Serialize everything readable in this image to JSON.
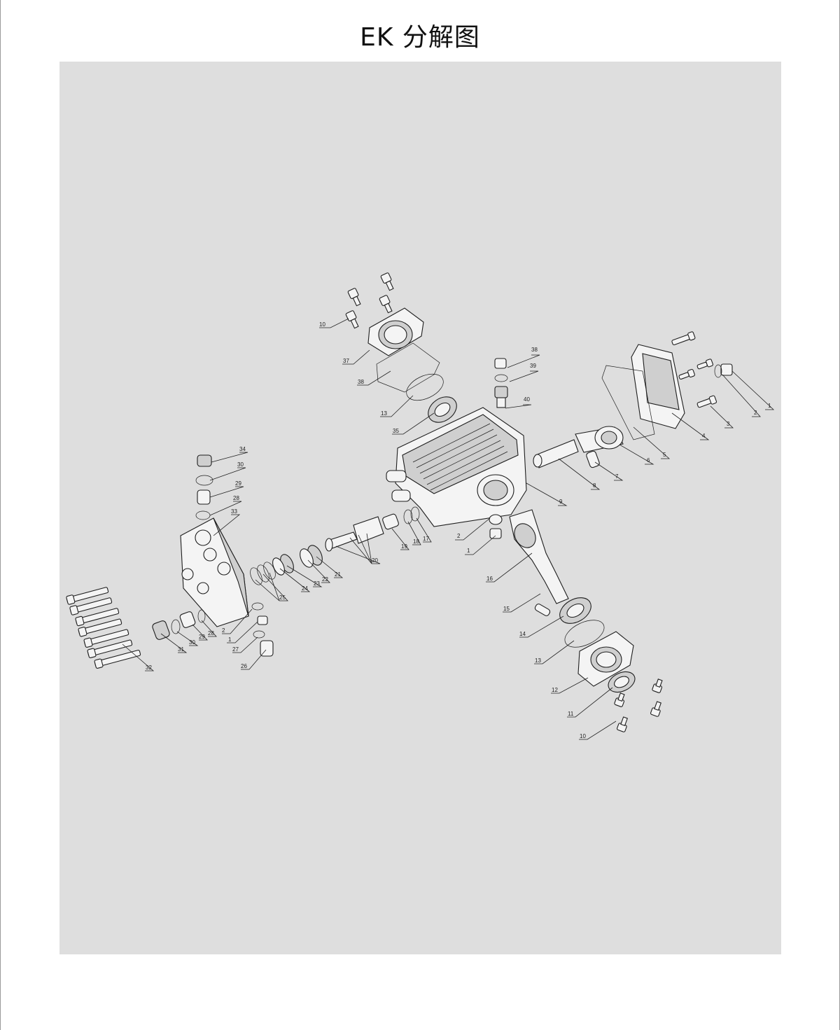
{
  "title": "EK 分解图",
  "callouts": [
    {
      "id": "c10a",
      "text": "10"
    },
    {
      "id": "c37",
      "text": "37"
    },
    {
      "id": "c38a",
      "text": "38"
    },
    {
      "id": "c13a",
      "text": "13"
    },
    {
      "id": "c35",
      "text": "35"
    },
    {
      "id": "c38b",
      "text": "38"
    },
    {
      "id": "c39",
      "text": "39"
    },
    {
      "id": "c40",
      "text": "40"
    },
    {
      "id": "c1a",
      "text": "1"
    },
    {
      "id": "c2a",
      "text": "2"
    },
    {
      "id": "c3",
      "text": "3"
    },
    {
      "id": "c4",
      "text": "4"
    },
    {
      "id": "c5",
      "text": "5"
    },
    {
      "id": "c6",
      "text": "6"
    },
    {
      "id": "c7",
      "text": "7"
    },
    {
      "id": "c8",
      "text": "8"
    },
    {
      "id": "c9",
      "text": "9"
    },
    {
      "id": "c2b",
      "text": "2"
    },
    {
      "id": "c1b",
      "text": "1"
    },
    {
      "id": "c16",
      "text": "16"
    },
    {
      "id": "c15",
      "text": "15"
    },
    {
      "id": "c14",
      "text": "14"
    },
    {
      "id": "c13b",
      "text": "13"
    },
    {
      "id": "c12",
      "text": "12"
    },
    {
      "id": "c11",
      "text": "11"
    },
    {
      "id": "c10b",
      "text": "10"
    },
    {
      "id": "c17",
      "text": "17"
    },
    {
      "id": "c18",
      "text": "18"
    },
    {
      "id": "c19",
      "text": "19"
    },
    {
      "id": "c20",
      "text": "20"
    },
    {
      "id": "c21",
      "text": "21"
    },
    {
      "id": "c22",
      "text": "22"
    },
    {
      "id": "c23",
      "text": "23"
    },
    {
      "id": "c24",
      "text": "24"
    },
    {
      "id": "c25",
      "text": "25"
    },
    {
      "id": "c34",
      "text": "34"
    },
    {
      "id": "c30a",
      "text": "30"
    },
    {
      "id": "c29a",
      "text": "29"
    },
    {
      "id": "c28a",
      "text": "28"
    },
    {
      "id": "c33",
      "text": "33"
    },
    {
      "id": "c2c",
      "text": "2"
    },
    {
      "id": "c1c",
      "text": "1"
    },
    {
      "id": "c27",
      "text": "27"
    },
    {
      "id": "c26",
      "text": "26"
    },
    {
      "id": "c28b",
      "text": "28"
    },
    {
      "id": "c29b",
      "text": "29"
    },
    {
      "id": "c30b",
      "text": "30"
    },
    {
      "id": "c31",
      "text": "31"
    },
    {
      "id": "c32",
      "text": "32"
    }
  ]
}
